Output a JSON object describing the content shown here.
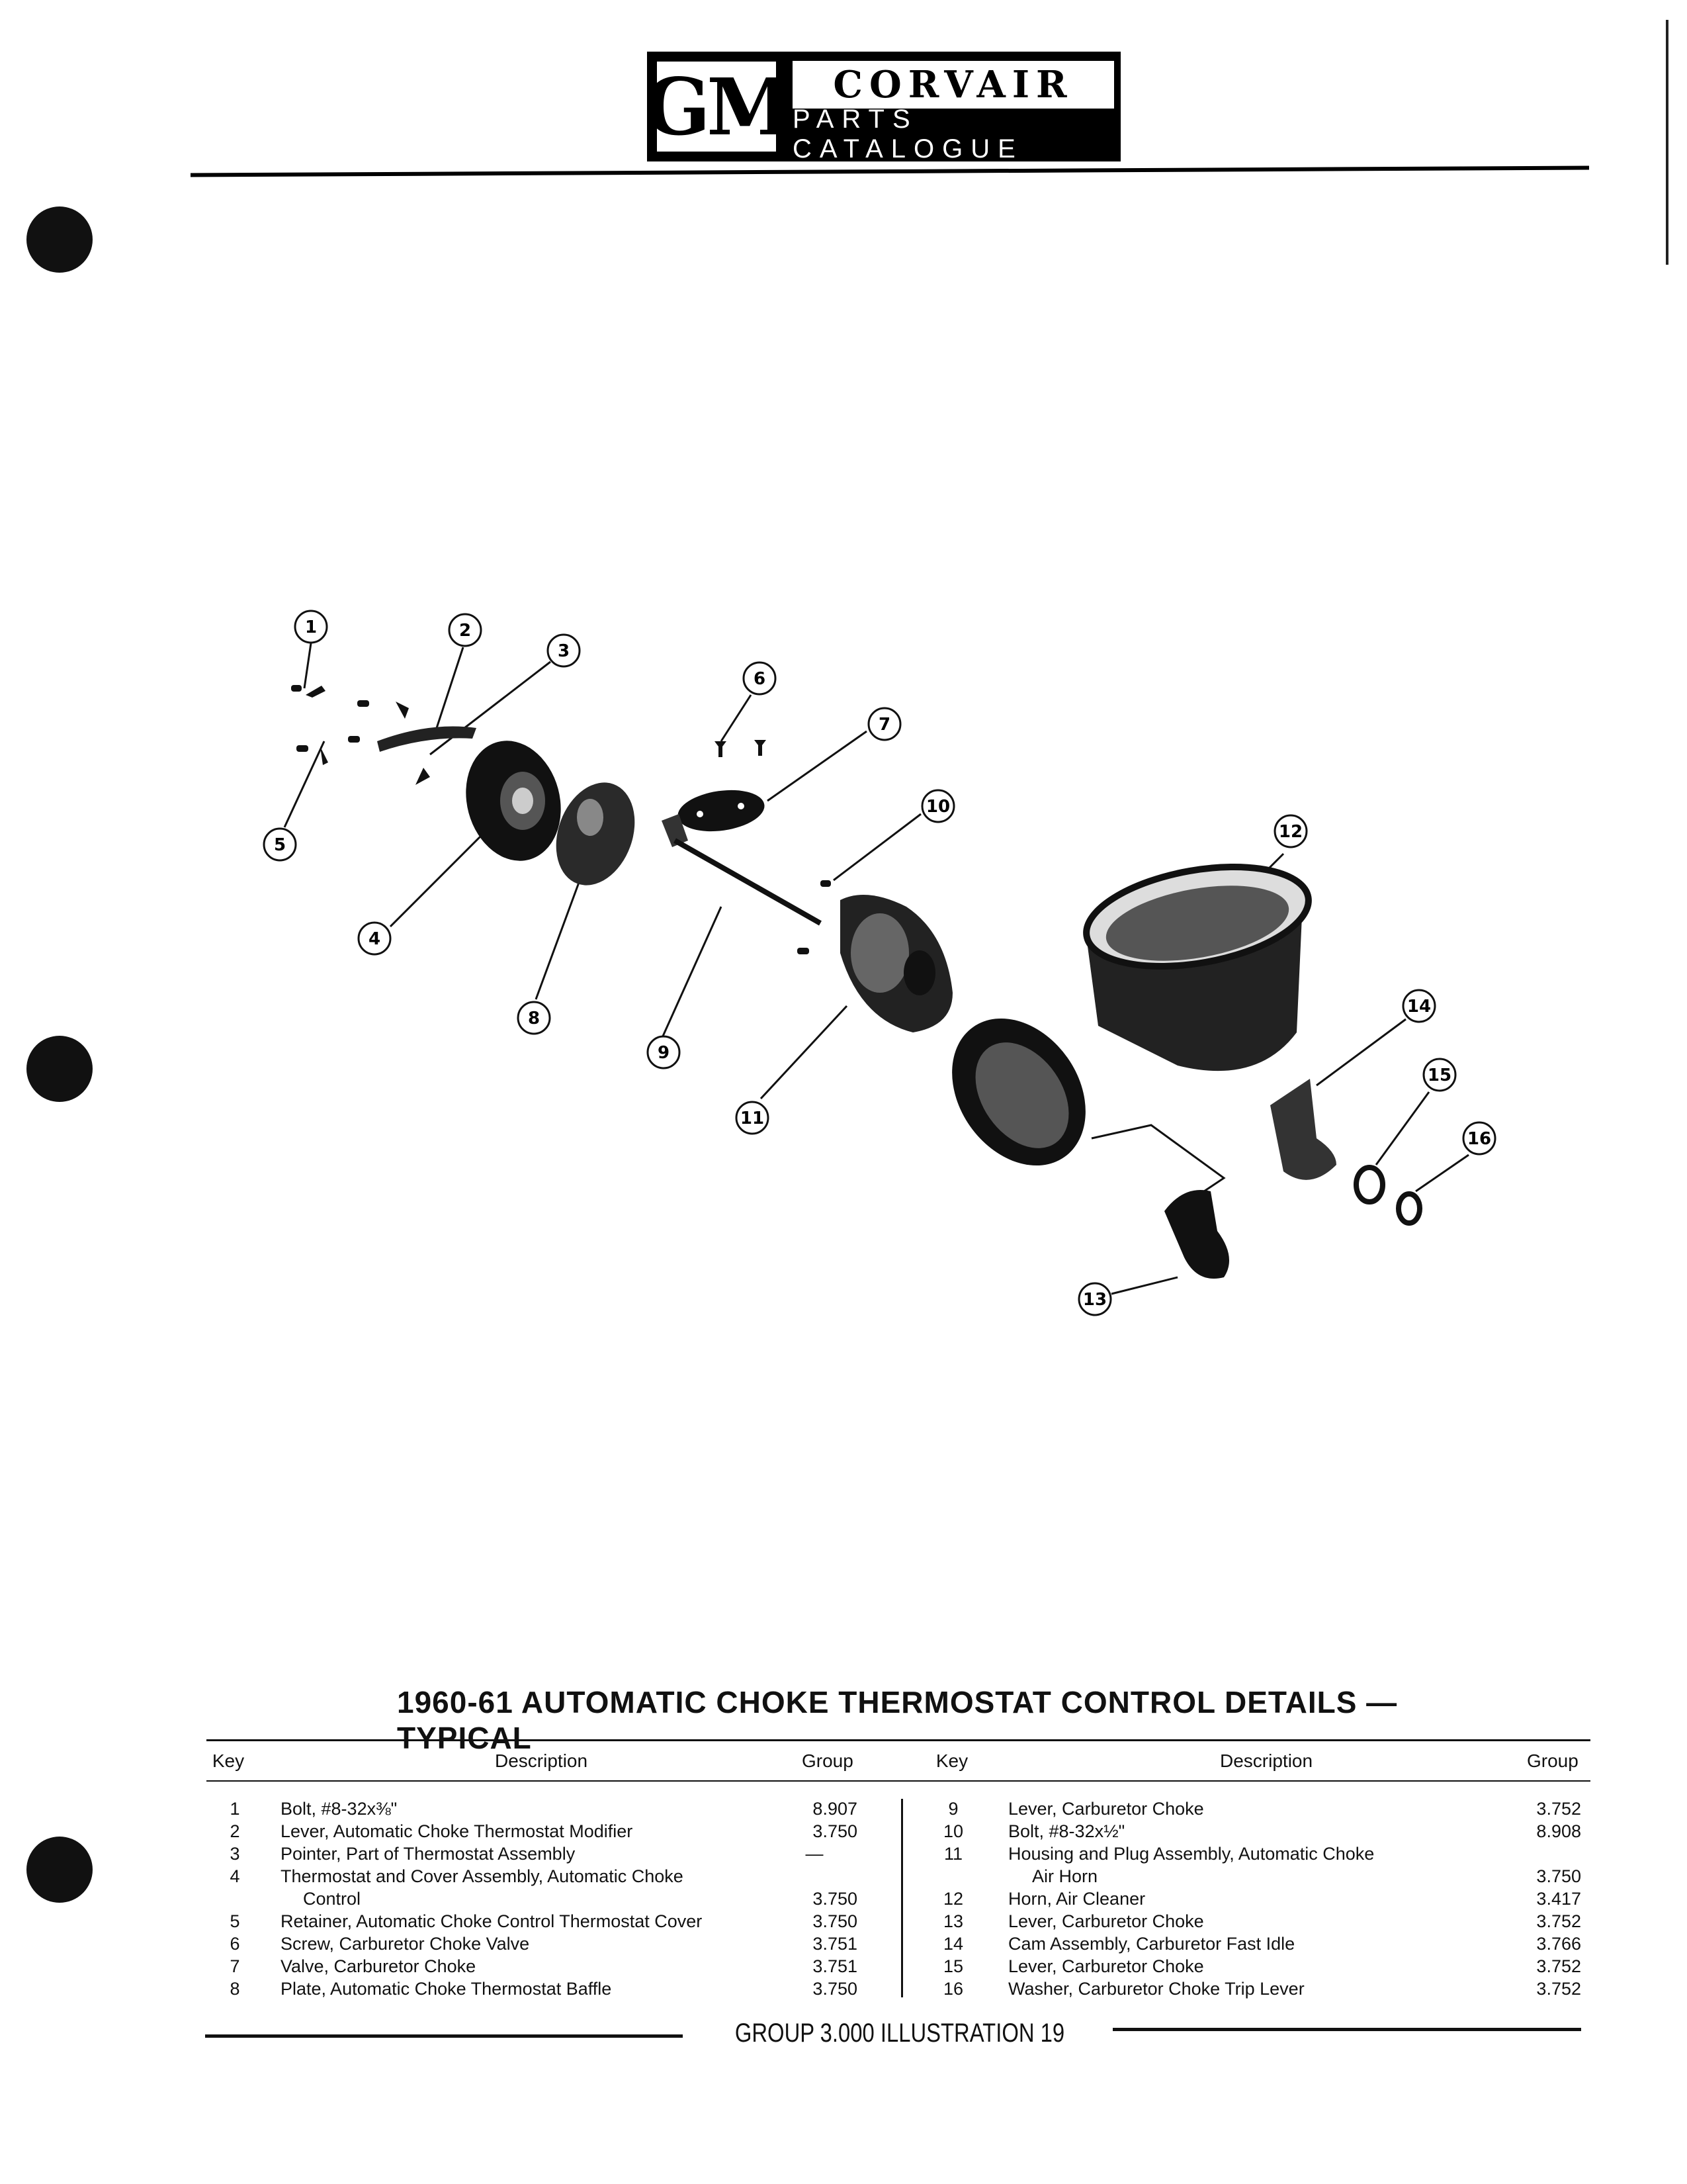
{
  "header": {
    "logo_mark": "GM",
    "brand": "CORVAIR",
    "subtitle": "PARTS CATALOGUE"
  },
  "diagram": {
    "callouts": [
      "1",
      "2",
      "3",
      "4",
      "5",
      "6",
      "7",
      "8",
      "9",
      "10",
      "11",
      "12",
      "13",
      "14",
      "15",
      "16"
    ]
  },
  "title": "1960-61 AUTOMATIC CHOKE THERMOSTAT CONTROL DETAILS — TYPICAL",
  "table": {
    "headers": {
      "key": "Key",
      "description": "Description",
      "group": "Group"
    },
    "left": [
      {
        "key": "1",
        "description": "Bolt, #8-32x⅜\"",
        "group": "8.907"
      },
      {
        "key": "2",
        "description": "Lever, Automatic Choke Thermostat Modifier",
        "group": "3.750"
      },
      {
        "key": "3",
        "description": "Pointer, Part of Thermostat Assembly",
        "group": "—"
      },
      {
        "key": "4",
        "description": "Thermostat and Cover Assembly, Automatic Choke",
        "description2": "Control",
        "group": "3.750"
      },
      {
        "key": "5",
        "description": "Retainer, Automatic Choke Control Thermostat Cover",
        "group": "3.750"
      },
      {
        "key": "6",
        "description": "Screw, Carburetor Choke Valve",
        "group": "3.751"
      },
      {
        "key": "7",
        "description": "Valve, Carburetor Choke",
        "group": "3.751"
      },
      {
        "key": "8",
        "description": "Plate, Automatic Choke Thermostat Baffle",
        "group": "3.750"
      }
    ],
    "right": [
      {
        "key": "9",
        "description": "Lever, Carburetor Choke",
        "group": "3.752"
      },
      {
        "key": "10",
        "description": "Bolt, #8-32x½\"",
        "group": "8.908"
      },
      {
        "key": "11",
        "description": "Housing and Plug Assembly, Automatic Choke",
        "description2": "Air Horn",
        "group": "3.750"
      },
      {
        "key": "12",
        "description": "Horn, Air Cleaner",
        "group": "3.417"
      },
      {
        "key": "13",
        "description": "Lever, Carburetor Choke",
        "group": "3.752"
      },
      {
        "key": "14",
        "description": "Cam Assembly, Carburetor Fast Idle",
        "group": "3.766"
      },
      {
        "key": "15",
        "description": "Lever, Carburetor Choke",
        "group": "3.752"
      },
      {
        "key": "16",
        "description": "Washer, Carburetor Choke Trip Lever",
        "group": "3.752"
      }
    ]
  },
  "footer": {
    "text": "GROUP 3.000 ILLUSTRATION 19"
  }
}
